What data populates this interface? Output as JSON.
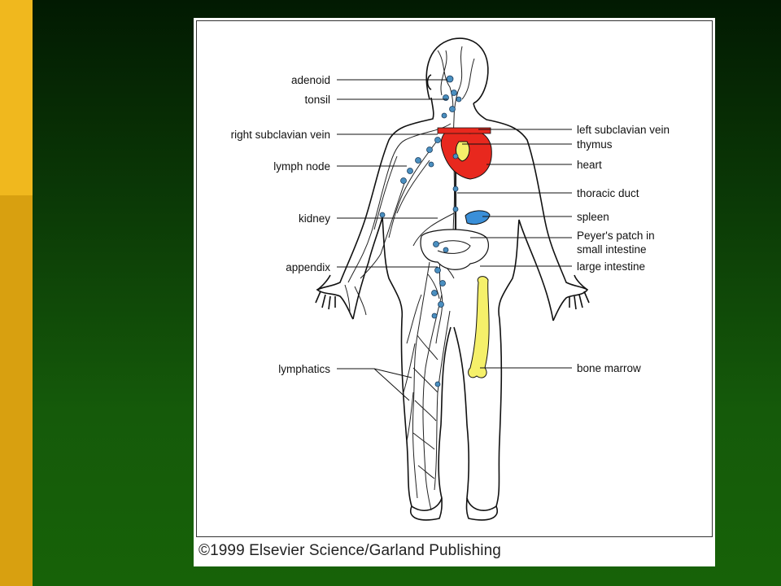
{
  "labels_left": {
    "adenoid": "adenoid",
    "tonsil": "tonsil",
    "right_subclavian_vein": "right subclavian vein",
    "lymph_node": "lymph node",
    "kidney": "kidney",
    "appendix": "appendix",
    "lymphatics": "lymphatics"
  },
  "labels_right": {
    "left_subclavian_vein": "left subclavian vein",
    "thymus": "thymus",
    "heart": "heart",
    "thoracic_duct": "thoracic duct",
    "spleen": "spleen",
    "peyers_patch_line1": "Peyer's patch in",
    "peyers_patch_line2": "small intestine",
    "large_intestine": "large intestine",
    "bone_marrow": "bone marrow"
  },
  "credit": "©1999 Elsevier Science/Garland Publishing",
  "colors": {
    "heart": "#e8281e",
    "thymus": "#f5f06a",
    "spleen": "#3a8fd8",
    "bone_marrow": "#f5f06a",
    "lymph_node": "#4a8fc0",
    "accent_bar_top": "#f0b81e",
    "accent_bar_bottom": "#d8a010"
  }
}
